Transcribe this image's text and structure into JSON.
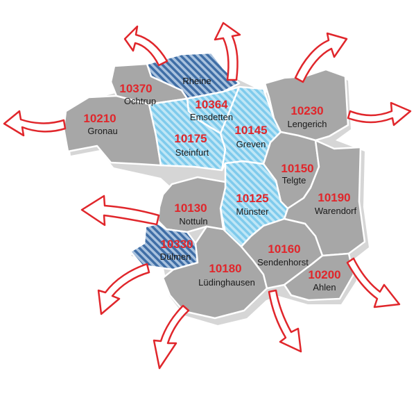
{
  "colors": {
    "region_grey": "#a7a7a7",
    "hatch_light": "#8fd2ee",
    "hatch_dark": "#4f7fb2",
    "code_red": "#e0262b",
    "arrow_stroke": "#e0262b"
  },
  "regions": [
    {
      "code": "10370",
      "name": "Ochtrup",
      "style": "grey"
    },
    {
      "code": "10210",
      "name": "Gronau",
      "style": "grey"
    },
    {
      "code": "10364",
      "name": "Emsdetten",
      "style": "light"
    },
    {
      "code": "10230",
      "name": "Lengerich",
      "style": "grey"
    },
    {
      "code": "10175",
      "name": "Steinfurt",
      "style": "light"
    },
    {
      "code": "10145",
      "name": "Greven",
      "style": "light"
    },
    {
      "code": "10150",
      "name": "Telgte",
      "style": "grey"
    },
    {
      "code": "10190",
      "name": "Warendorf",
      "style": "grey"
    },
    {
      "code": "10130",
      "name": "Nottuln",
      "style": "grey"
    },
    {
      "code": "10125",
      "name": "Münster",
      "style": "light"
    },
    {
      "code": "10330",
      "name": "Dülmen",
      "style": "dark"
    },
    {
      "code": "10160",
      "name": "Sendenhorst",
      "style": "grey"
    },
    {
      "code": "10180",
      "name": "Lüdinghausen",
      "style": "grey"
    },
    {
      "code": "10200",
      "name": "Ahlen",
      "style": "grey"
    },
    {
      "code": "",
      "name": "Rheine",
      "style": "dark"
    }
  ],
  "arrows": [
    {
      "icon": "curved-arrow-icon",
      "direction": "north-west"
    },
    {
      "icon": "curved-arrow-icon",
      "direction": "north"
    },
    {
      "icon": "curved-arrow-icon",
      "direction": "north-east"
    },
    {
      "icon": "curved-arrow-icon",
      "direction": "west"
    },
    {
      "icon": "curved-arrow-icon",
      "direction": "east"
    },
    {
      "icon": "curved-arrow-icon",
      "direction": "west"
    },
    {
      "icon": "curved-arrow-icon",
      "direction": "south-west"
    },
    {
      "icon": "curved-arrow-icon",
      "direction": "south-west"
    },
    {
      "icon": "curved-arrow-icon",
      "direction": "south"
    },
    {
      "icon": "curved-arrow-icon",
      "direction": "south-east"
    }
  ]
}
